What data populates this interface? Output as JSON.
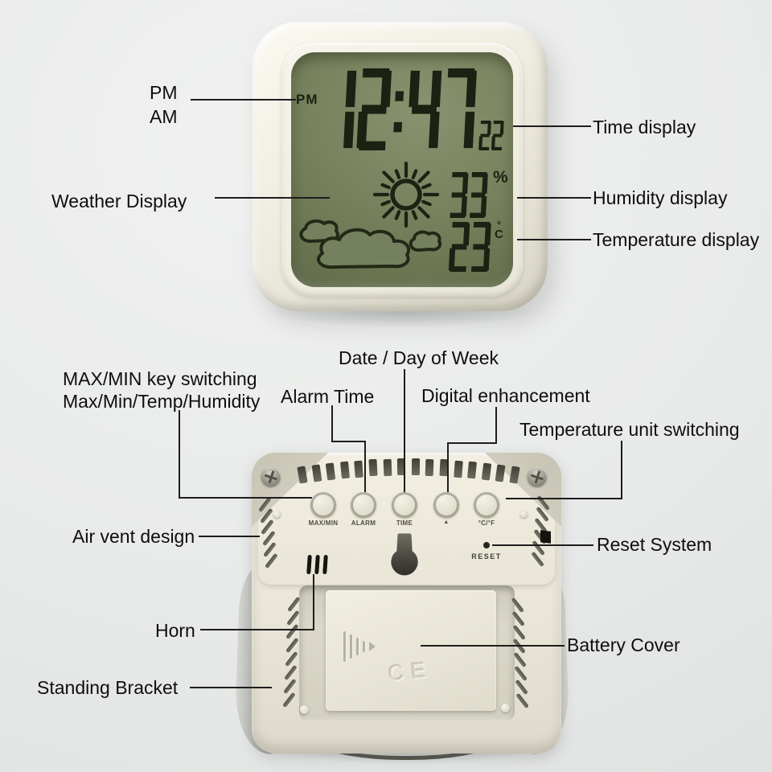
{
  "colors": {
    "background": "#e9ebea",
    "lcd_green": "#79835f",
    "lcd_green_dark": "#59634a",
    "digit_dark": "#1c2113",
    "body_cream": "#efece1",
    "leader_line": "#1d1d1d"
  },
  "front_view": {
    "lcd": {
      "meridiem": "PM",
      "time": "12:47",
      "seconds": "22",
      "humidity_value": "33",
      "humidity_unit": "%",
      "degree_symbol": "°",
      "temperature_value": "23",
      "temperature_unit": "C"
    },
    "labels": {
      "meridiem_line1": "PM",
      "meridiem_line2": "AM",
      "weather": "Weather Display",
      "time": "Time display",
      "humidity": "Humidity display",
      "temperature": "Temperature display"
    }
  },
  "back_view": {
    "buttons": [
      {
        "label": "MAX/MIN"
      },
      {
        "label": "ALARM"
      },
      {
        "label": "TIME"
      },
      {
        "label": "▲"
      },
      {
        "label": "°C/°F"
      }
    ],
    "reset_text": "RESET",
    "ce_mark": "CE",
    "labels": {
      "maxmin_line1": "MAX/MIN key switching",
      "maxmin_line2": "Max/Min/Temp/Humidity",
      "alarm_time": "Alarm Time",
      "date_day_of_week": "Date / Day of Week",
      "digital_enhancement": "Digital enhancement",
      "temperature_unit_switching": "Temperature unit switching",
      "air_vent_design": "Air vent design",
      "horn": "Horn",
      "standing_bracket": "Standing Bracket",
      "reset_system": "Reset System",
      "battery_cover": "Battery Cover"
    }
  }
}
